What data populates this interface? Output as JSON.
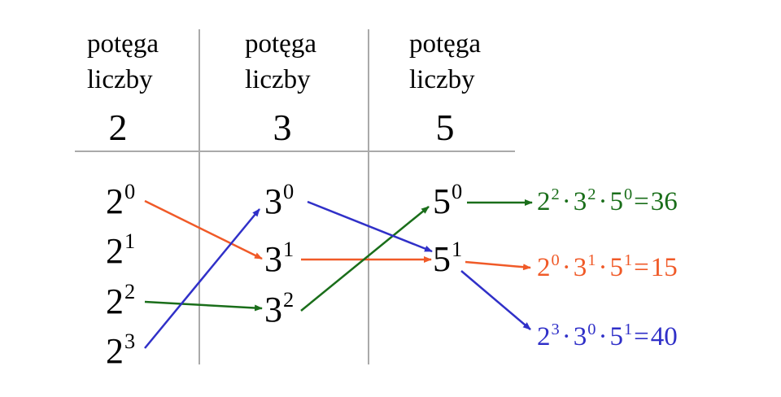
{
  "columns": [
    {
      "header_line1": "potęga",
      "header_line2": "liczby",
      "base": "2",
      "terms": [
        {
          "base": "2",
          "exp": "0"
        },
        {
          "base": "2",
          "exp": "1"
        },
        {
          "base": "2",
          "exp": "2"
        },
        {
          "base": "2",
          "exp": "3"
        }
      ]
    },
    {
      "header_line1": "potęga",
      "header_line2": "liczby",
      "base": "3",
      "terms": [
        {
          "base": "3",
          "exp": "0"
        },
        {
          "base": "3",
          "exp": "1"
        },
        {
          "base": "3",
          "exp": "2"
        }
      ]
    },
    {
      "header_line1": "potęga",
      "header_line2": "liczby",
      "base": "5",
      "terms": [
        {
          "base": "5",
          "exp": "0"
        },
        {
          "base": "5",
          "exp": "1"
        }
      ]
    }
  ],
  "results": [
    {
      "color": "#1a6e1a",
      "f": [
        {
          "b": "2",
          "e": "2"
        },
        {
          "b": "3",
          "e": "2"
        },
        {
          "b": "5",
          "e": "0"
        }
      ],
      "value": "36"
    },
    {
      "color": "#f05a28",
      "f": [
        {
          "b": "2",
          "e": "0"
        },
        {
          "b": "3",
          "e": "1"
        },
        {
          "b": "5",
          "e": "1"
        }
      ],
      "value": "15"
    },
    {
      "color": "#3030c8",
      "f": [
        {
          "b": "2",
          "e": "3"
        },
        {
          "b": "3",
          "e": "0"
        },
        {
          "b": "5",
          "e": "1"
        }
      ],
      "value": "40"
    }
  ],
  "symbols": {
    "dot": "·",
    "eq": "="
  },
  "colors": {
    "green": "#1a6e1a",
    "orange": "#f05a28",
    "blue": "#3030c8",
    "grid": "#aaaaaa"
  }
}
